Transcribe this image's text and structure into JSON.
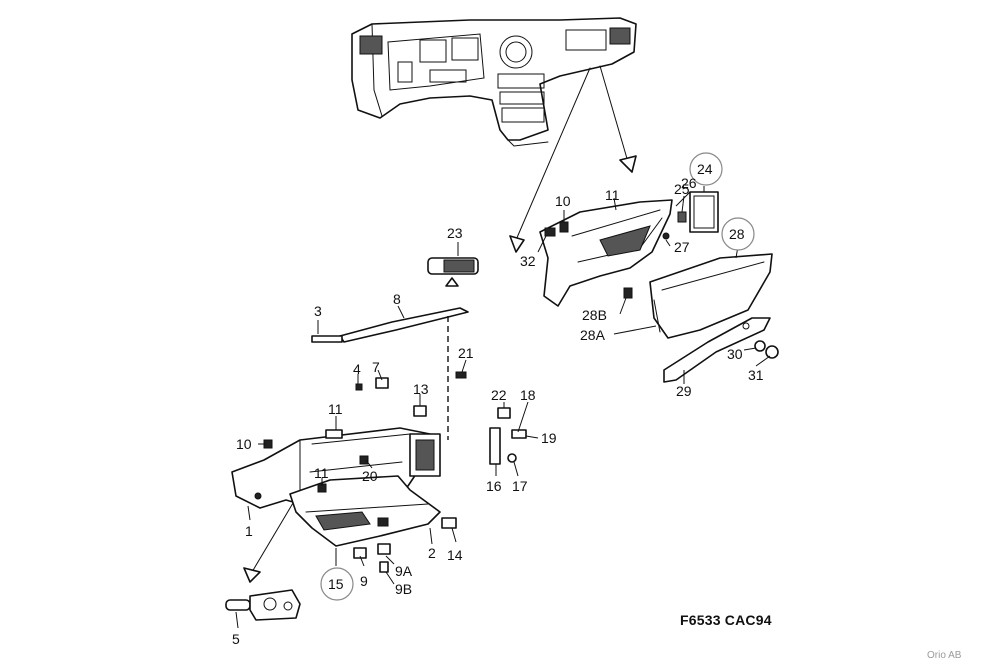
{
  "figure_code": "F6533 CAC94",
  "copyright": "Orio AB",
  "callouts": [
    {
      "id": "c1",
      "label": "1",
      "circled": false
    },
    {
      "id": "c2",
      "label": "2",
      "circled": false
    },
    {
      "id": "c3",
      "label": "3",
      "circled": false
    },
    {
      "id": "c4",
      "label": "4",
      "circled": false
    },
    {
      "id": "c5",
      "label": "5",
      "circled": false
    },
    {
      "id": "c7",
      "label": "7",
      "circled": false
    },
    {
      "id": "c8",
      "label": "8",
      "circled": false
    },
    {
      "id": "c9",
      "label": "9",
      "circled": false
    },
    {
      "id": "c9A",
      "label": "9A",
      "circled": false
    },
    {
      "id": "c9B",
      "label": "9B",
      "circled": false
    },
    {
      "id": "c10a",
      "label": "10",
      "circled": false
    },
    {
      "id": "c10b",
      "label": "10",
      "circled": false
    },
    {
      "id": "c11a",
      "label": "11",
      "circled": false
    },
    {
      "id": "c11b",
      "label": "11",
      "circled": false
    },
    {
      "id": "c11c",
      "label": "11",
      "circled": false
    },
    {
      "id": "c13",
      "label": "13",
      "circled": false
    },
    {
      "id": "c14",
      "label": "14",
      "circled": false
    },
    {
      "id": "c15",
      "label": "15",
      "circled": true
    },
    {
      "id": "c16",
      "label": "16",
      "circled": false
    },
    {
      "id": "c17",
      "label": "17",
      "circled": false
    },
    {
      "id": "c18",
      "label": "18",
      "circled": false
    },
    {
      "id": "c19",
      "label": "19",
      "circled": false
    },
    {
      "id": "c20",
      "label": "20",
      "circled": false
    },
    {
      "id": "c21",
      "label": "21",
      "circled": false
    },
    {
      "id": "c22",
      "label": "22",
      "circled": false
    },
    {
      "id": "c23",
      "label": "23",
      "circled": false
    },
    {
      "id": "c24",
      "label": "24",
      "circled": true
    },
    {
      "id": "c25",
      "label": "25",
      "circled": false
    },
    {
      "id": "c26",
      "label": "26",
      "circled": false
    },
    {
      "id": "c27",
      "label": "27",
      "circled": false
    },
    {
      "id": "c28",
      "label": "28",
      "circled": true
    },
    {
      "id": "c28A",
      "label": "28A",
      "circled": false
    },
    {
      "id": "c28B",
      "label": "28B",
      "circled": false
    },
    {
      "id": "c29",
      "label": "29",
      "circled": false
    },
    {
      "id": "c30",
      "label": "30",
      "circled": false
    },
    {
      "id": "c31",
      "label": "31",
      "circled": false
    },
    {
      "id": "c32",
      "label": "32",
      "circled": false
    }
  ]
}
